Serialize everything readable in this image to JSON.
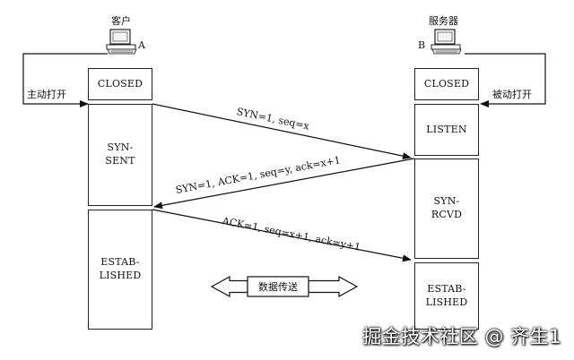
{
  "client": {
    "title": "客户",
    "tag": "A",
    "action": "主动打开"
  },
  "server": {
    "title": "服务器",
    "tag": "B",
    "action": "被动打开"
  },
  "client_states": [
    "CLOSED",
    "SYN-\nSENT",
    "ESTAB-\nLISHED"
  ],
  "server_states": [
    "CLOSED",
    "LISTEN",
    "SYN-\nRCVD",
    "ESTAB-\nLISHED"
  ],
  "messages": [
    "SYN=1, seq=x",
    "SYN=1, ACK=1, seq=y, ack=x+1",
    "ACK=1, seq=x+1, ack=y+1"
  ],
  "data_transfer": "数据传送",
  "watermark": "掘金技术社区 @ 齐生1"
}
